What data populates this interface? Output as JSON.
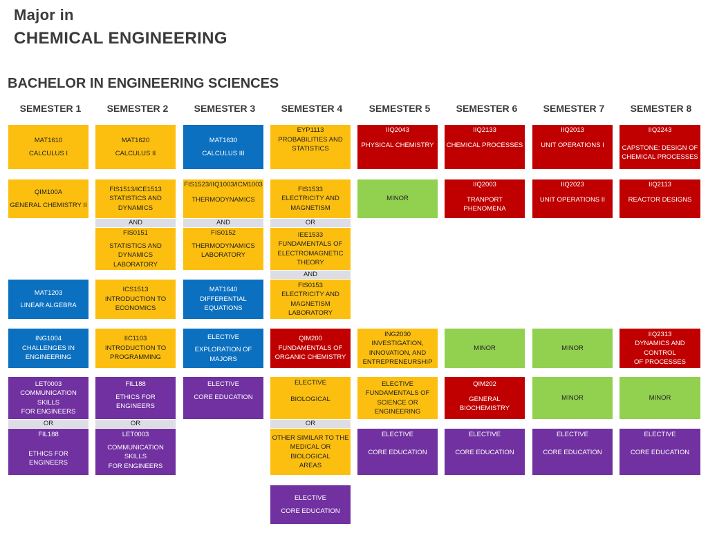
{
  "header": {
    "major_label": "Major in",
    "major_name": "CHEMICAL ENGINEERING",
    "program_title": "BACHELOR IN ENGINEERING SCIENCES"
  },
  "semesters": [
    "SEMESTER 1",
    "SEMESTER 2",
    "SEMESTER 3",
    "SEMESTER 4",
    "SEMESTER 5",
    "SEMESTER 6",
    "SEMESTER 7",
    "SEMESTER 8"
  ],
  "colors": {
    "math": "#fcbf0f",
    "science_core": "#0b70c0",
    "major": "#c00000",
    "minor": "#92d050",
    "general_education": "#7131a0",
    "connector": "#dddde6"
  },
  "courses": {
    "s1": [
      {
        "code": "MAT1610",
        "name": "CALCULUS I"
      },
      {
        "code": "QIM100A",
        "name": "GENERAL CHEMISTRY II"
      },
      {
        "code": "MAT1203",
        "name": "LINEAR ALGEBRA"
      },
      {
        "code": "ING1004",
        "name": "CHALLENGES IN\nENGINEERING"
      },
      {
        "code": "LET0003",
        "name": "COMMUNICATION SKILLS\nFOR ENGINEERS"
      },
      {
        "code": "FIL188",
        "name": "ETHICS FOR ENGINEERS"
      }
    ],
    "s2": [
      {
        "code": "MAT1620",
        "name": "CALCULUS II"
      },
      {
        "code": "FIS1513/ICE1513",
        "name": "STATISTICS AND\nDYNAMICS"
      },
      {
        "code": "FIS0151",
        "name": "STATISTICS AND\nDYNAMICS LABORATORY"
      },
      {
        "code": "ICS1513",
        "name": "INTRODUCTION TO\nECONOMICS"
      },
      {
        "code": "IIC1103",
        "name": "INTRODUCTION TO\nPROGRAMMING"
      },
      {
        "code": "FIL188",
        "name": "ETHICS FOR ENGINEERS"
      },
      {
        "code": "LET0003",
        "name": "COMMUNICATION SKILLS\nFOR ENGINEERS"
      }
    ],
    "s3": [
      {
        "code": "MAT1630",
        "name": "CALCULUS III"
      },
      {
        "code": "FIS1523/IIQ1003/ICM1003",
        "name": "THERMODYNAMICS"
      },
      {
        "code": "FIS0152",
        "name": "THERMODYNAMICS\nLABORATORY"
      },
      {
        "code": "MAT1640",
        "name": "DIFFERENTIAL\nEQUATIONS"
      },
      {
        "code": "ELECTIVE",
        "name": "EXPLORATION OF MAJORS"
      },
      {
        "code": "ELECTIVE",
        "name": "CORE EDUCATION"
      }
    ],
    "s4": [
      {
        "code": "EYP1113",
        "name": "PROBABILITIES AND\nSTATISTICS"
      },
      {
        "code": "FIS1533",
        "name": "ELECTRICITY AND\nMAGNETISM"
      },
      {
        "code": "IEE1533",
        "name": "FUNDAMENTALS OF\nELECTROMAGNETIC\nTHEORY"
      },
      {
        "code": "FIS0153",
        "name": "ELECTRICITY AND\nMAGNETISM\nLABORATORY"
      },
      {
        "code": "QIM200",
        "name": "FUNDAMENTALS OF\nORGANIC CHEMISTRY"
      },
      {
        "code": "ELECTIVE",
        "name": "BIOLOGICAL"
      },
      {
        "code": "",
        "name": "OTHER SIMILAR TO THE\nMEDICAL OR BIOLOGICAL\nAREAS"
      },
      {
        "code": "ELECTIVE",
        "name": "CORE EDUCATION"
      }
    ],
    "s5": [
      {
        "code": "IIQ2043",
        "name": "PHYSICAL CHEMISTRY"
      },
      {
        "code": "",
        "name": "MINOR"
      },
      {
        "code": "ING2030",
        "name": "INVESTIGATION,\nINNOVATION, AND\nENTREPRENEURSHIP"
      },
      {
        "code": "ELECTIVE",
        "name": "FUNDAMENTALS OF\nSCIENCE OR\nENGINEERING"
      },
      {
        "code": "ELECTIVE",
        "name": "CORE EDUCATION"
      }
    ],
    "s6": [
      {
        "code": "IIQ2133",
        "name": "CHEMICAL PROCESSES"
      },
      {
        "code": "IIQ2003",
        "name": "TRANPORT PHENOMENA"
      },
      {
        "code": "",
        "name": "MINOR"
      },
      {
        "code": "QIM202",
        "name": "GENERAL BIOCHEMISTRY"
      },
      {
        "code": "ELECTIVE",
        "name": "CORE EDUCATION"
      }
    ],
    "s7": [
      {
        "code": "IIQ2013",
        "name": "UNIT OPERATIONS I"
      },
      {
        "code": "IIQ2023",
        "name": "UNIT OPERATIONS II"
      },
      {
        "code": "",
        "name": "MINOR"
      },
      {
        "code": "",
        "name": "MINOR"
      },
      {
        "code": "ELECTIVE",
        "name": "CORE EDUCATION"
      }
    ],
    "s8": [
      {
        "code": "IIQ2243",
        "name": "CAPSTONE: DESIGN OF\nCHEMICAL PROCESSES"
      },
      {
        "code": "IIQ2113",
        "name": "REACTOR DESIGNS"
      },
      {
        "code": "IIQ2313",
        "name": "DYNAMICS AND CONTROL\nOF PROCESSES"
      },
      {
        "code": "",
        "name": "MINOR"
      },
      {
        "code": "ELECTIVE",
        "name": "CORE EDUCATION"
      }
    ]
  },
  "connectors": {
    "and": "AND",
    "or": "OR"
  }
}
